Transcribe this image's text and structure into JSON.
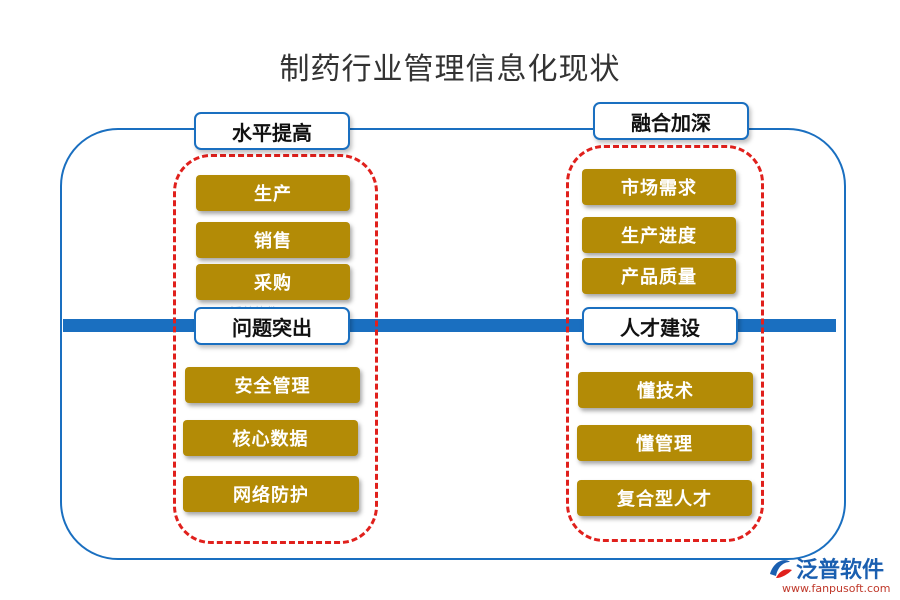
{
  "title": "制药行业管理信息化现状",
  "left": {
    "top_label": "水平提高",
    "bottom_label": "问题突出",
    "top_items": [
      "生产",
      "销售",
      "采购"
    ],
    "bottom_items": [
      "安全管理",
      "核心数据",
      "网络防护"
    ]
  },
  "right": {
    "top_label": "融合加深",
    "bottom_label": "人才建设",
    "top_items": [
      "市场需求",
      "生产进度",
      "产品质量"
    ],
    "bottom_items": [
      "懂技术",
      "懂管理",
      "复合型人才"
    ]
  },
  "watermark": "泛普软件",
  "brand": {
    "name": "泛普软件",
    "url": "www.fanpusoft.com"
  },
  "colors": {
    "frame_blue": "#1a6fc0",
    "dash_red": "#e0201c",
    "pill_gold": "#b38b06"
  }
}
